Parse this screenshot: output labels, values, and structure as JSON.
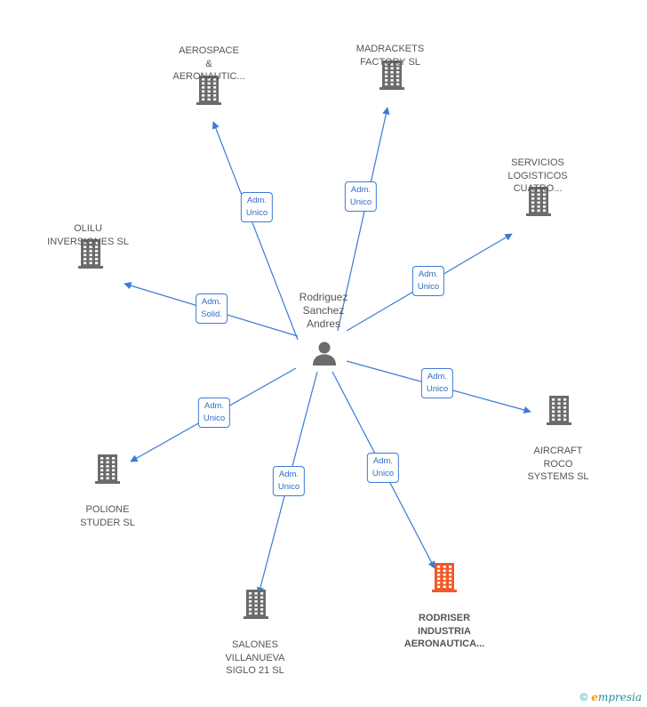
{
  "center": {
    "name_lines": [
      "Rodriguez",
      "Sanchez",
      "Andres"
    ],
    "icon": "person-icon"
  },
  "companies": [
    {
      "id": "aerospace",
      "lines": [
        "AEROSPACE",
        "&",
        "AERONAUTIC..."
      ],
      "icon": "building-icon",
      "highlight": false,
      "relation": [
        "Adm.",
        "Unico"
      ]
    },
    {
      "id": "madrackets",
      "lines": [
        "MADRACKETS",
        "FACTORY SL"
      ],
      "icon": "building-icon",
      "highlight": false,
      "relation": [
        "Adm.",
        "Unico"
      ]
    },
    {
      "id": "servicios",
      "lines": [
        "SERVICIOS",
        "LOGISTICOS",
        "CUATRO..."
      ],
      "icon": "building-icon",
      "highlight": false,
      "relation": [
        "Adm.",
        "Unico"
      ]
    },
    {
      "id": "olilu",
      "lines": [
        "OLILU",
        "INVERSIONES SL"
      ],
      "icon": "building-icon",
      "highlight": false,
      "relation": [
        "Adm.",
        "Solid."
      ]
    },
    {
      "id": "aircraft",
      "lines": [
        "AIRCRAFT",
        "ROCO",
        "SYSTEMS SL"
      ],
      "icon": "building-icon",
      "highlight": false,
      "relation": [
        "Adm.",
        "Unico"
      ]
    },
    {
      "id": "polione",
      "lines": [
        "POLIONE",
        "STUDER SL"
      ],
      "icon": "building-icon",
      "highlight": false,
      "relation": [
        "Adm.",
        "Unico"
      ]
    },
    {
      "id": "salones",
      "lines": [
        "SALONES",
        "VILLANUEVA",
        "SIGLO 21  SL"
      ],
      "icon": "building-icon",
      "highlight": false,
      "relation": [
        "Adm.",
        "Unico"
      ]
    },
    {
      "id": "rodriser",
      "lines": [
        "RODRISER",
        "INDUSTRIA",
        "AERONAUTICA..."
      ],
      "icon": "building-icon",
      "highlight": true,
      "relation": [
        "Adm.",
        "Unico"
      ]
    }
  ],
  "colors": {
    "edge": "#3a7bd5",
    "building": "#6b6b6b",
    "building_highlight": "#f05a28",
    "person": "#6b6b6b"
  },
  "footer": {
    "copyright_symbol": "©",
    "brand_initial": "e",
    "brand_rest": "mpresia"
  }
}
